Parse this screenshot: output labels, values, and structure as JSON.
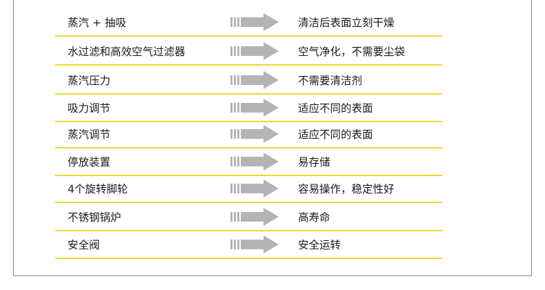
{
  "rows": [
    {
      "feature": "蒸汽 + 抽吸",
      "benefit": "清洁后表面立刻干燥"
    },
    {
      "feature": "水过滤和高效空气过滤器",
      "benefit": "空气净化，不需要尘袋"
    },
    {
      "feature": "蒸汽压力",
      "benefit": "不需要清洁剂"
    },
    {
      "feature": "吸力调节",
      "benefit": "适应不同的表面"
    },
    {
      "feature": "蒸汽调节",
      "benefit": "适应不同的表面"
    },
    {
      "feature": "停放装置",
      "benefit": "易存储"
    },
    {
      "feature": "4个旋转脚轮",
      "benefit": "容易操作，稳定性好"
    },
    {
      "feature": "不锈钢锅炉",
      "benefit": "高寿命"
    },
    {
      "feature": "安全阀",
      "benefit": "安全运转"
    }
  ],
  "colors": {
    "divider": "#f4d52a",
    "arrow": "#b4b4b4",
    "border": "#8a8a8a"
  },
  "icons": {
    "arrow": "right-arrow-icon"
  }
}
